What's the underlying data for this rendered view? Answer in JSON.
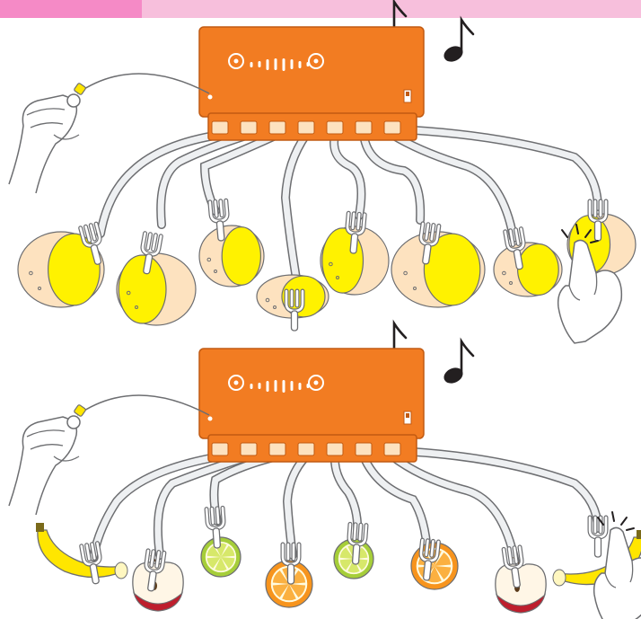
{
  "colors": {
    "tab_active": "#f58ac6",
    "tab_inactive": "#f7bfdc",
    "box_orange": "#f27c22",
    "box_dark": "#c15a12",
    "potato_skin": "#fde2bf",
    "potato_flesh": "#fff200",
    "wire": "#eef0f2",
    "outline": "#6d6e71",
    "note": "#231f20",
    "lime": "#a6ce39",
    "orange": "#f7941d",
    "apple_red": "#be1e2d",
    "banana": "#ffe600"
  },
  "icons": [
    "music-note-icon",
    "tap-gesture-icon",
    "hand-holding-clip-icon"
  ],
  "panels": [
    {
      "name": "potatoes",
      "objects": [
        "potato",
        "potato",
        "potato",
        "potato",
        "potato",
        "potato",
        "potato",
        "potato"
      ],
      "touched_index": 7
    },
    {
      "name": "fruits",
      "objects": [
        "banana",
        "apple",
        "lime",
        "orange",
        "lime",
        "orange",
        "apple",
        "banana"
      ],
      "touched_index": 7
    }
  ]
}
